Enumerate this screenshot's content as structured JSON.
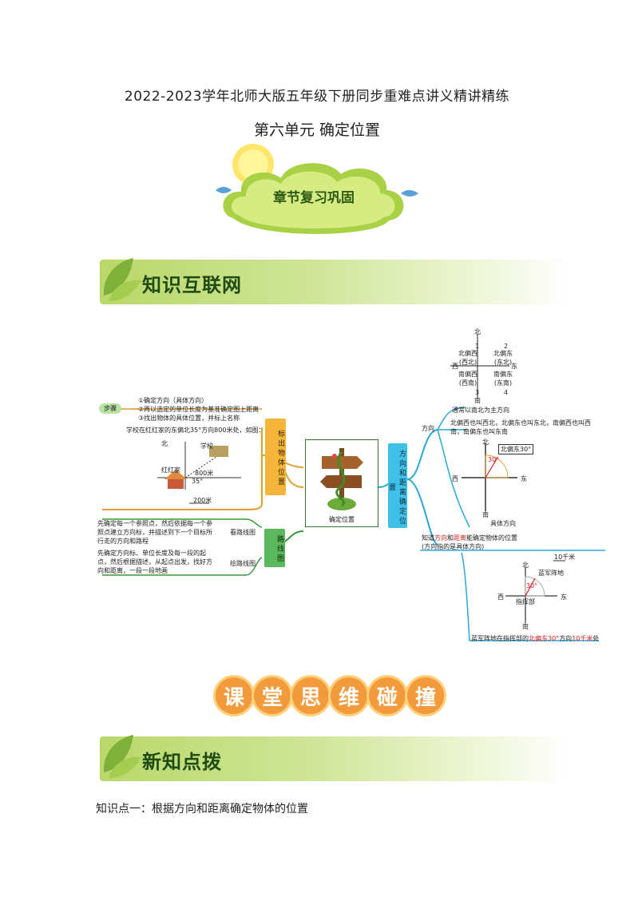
{
  "header": {
    "title": "2022-2023学年北师大版五年级下册同步重难点讲义精讲精练",
    "unit_title": "第六单元  确定位置"
  },
  "chapter_badge": {
    "label": "章节复习巩固"
  },
  "section1": {
    "title": "知识互联网"
  },
  "mindmap": {
    "center_label": "确定位置",
    "left_top": {
      "branch_label": "标出物体位置",
      "steps_label": "步骤",
      "steps": [
        "①确定方向（具体方向）",
        "②再以选定的单位长度为基准确定图上距离",
        "③找出物体的具体位置，并标上名称"
      ],
      "example": "学校在红红家的东偏北35°方向800米处，如图：",
      "map_labels": {
        "north": "北",
        "school": "学校",
        "home": "红红家",
        "dist": "800米",
        "angle": "35°",
        "scale": "200米"
      }
    },
    "left_bottom": {
      "branch_label": "路线图",
      "read_label": "看路线图",
      "read_text": "先确定每一个参照点，然后依据每一个参照点建立方向标，并描述到下一个目标所行走的方向和路程",
      "draw_label": "绘路线图",
      "draw_text": "先确定方向标、单位长度及每一段的起点，然后根据描述，从起点出发，找好方向和距离，一段一段地画"
    },
    "right": {
      "branch_label": "方向和距离确定位置",
      "direction_label": "方向",
      "compass_top": {
        "n": "北",
        "s": "南",
        "e": "东",
        "w": "西",
        "q1": "北偏西(西北)",
        "q2": "北偏东(东北)",
        "q3": "南偏西(西南)",
        "q4": "南偏东(东南)",
        "n1": "1",
        "n2": "2",
        "n3": "3",
        "n4": "4"
      },
      "usual_north": "通常以南北为主方向",
      "aliases": "北偏西也叫西北，北偏东也叫东北，南偏西也叫西南，南偏东也叫东南",
      "compass_mid": {
        "n": "北",
        "s": "南",
        "e": "东",
        "w": "西",
        "tag": "北偏东30°",
        "angle": "30°"
      },
      "specific_label": "具体方向",
      "know_text_1": "知道",
      "know_red_1": "方向",
      "know_text_2": "和",
      "know_red_2": "距离",
      "know_text_3": "能确定物体的位置(方向指的是具体方向)",
      "compass_bot": {
        "n": "北",
        "s": "南",
        "e": "东",
        "w": "西",
        "scale": "10千米",
        "base": "蓝军阵地",
        "hq": "指挥部",
        "angle": "30°"
      },
      "final_text_1": "蓝军阵地在指挥部的",
      "final_red_1": "北偏东30°",
      "final_text_2": "方向",
      "final_red_2": "10千米",
      "final_text_3": "处"
    }
  },
  "classroom_banner": {
    "chars": [
      "课",
      "堂",
      "思",
      "维",
      "碰",
      "撞"
    ]
  },
  "section2": {
    "title": "新知点拨"
  },
  "knowledge_point": "知识点一：根据方向和距离确定物体的位置"
}
